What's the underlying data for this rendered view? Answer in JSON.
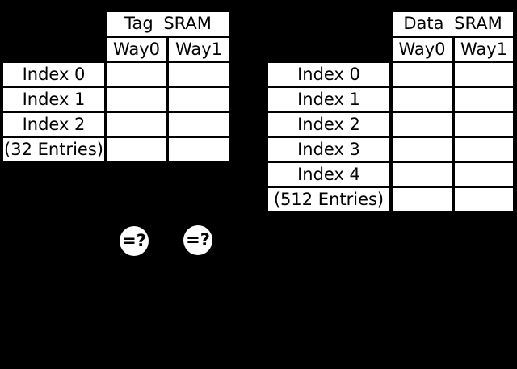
{
  "colors": {
    "background": "#000000",
    "cell_fill": "#ffffff",
    "text": "#000000"
  },
  "tag_table": {
    "title": "Tag SRAM",
    "way_headers": [
      "Way0",
      "Way1"
    ],
    "row_labels": [
      "Index 0",
      "Index 1",
      "Index 2",
      "(32 Entries)"
    ]
  },
  "data_table": {
    "title": "Data SRAM",
    "way_headers": [
      "Way0",
      "Way1"
    ],
    "row_labels": [
      "Index 0",
      "Index 1",
      "Index 2",
      "Index 3",
      "Index 4",
      "(512 Entries)"
    ]
  },
  "comparators": {
    "left_label": "=?",
    "right_label": "=?"
  }
}
